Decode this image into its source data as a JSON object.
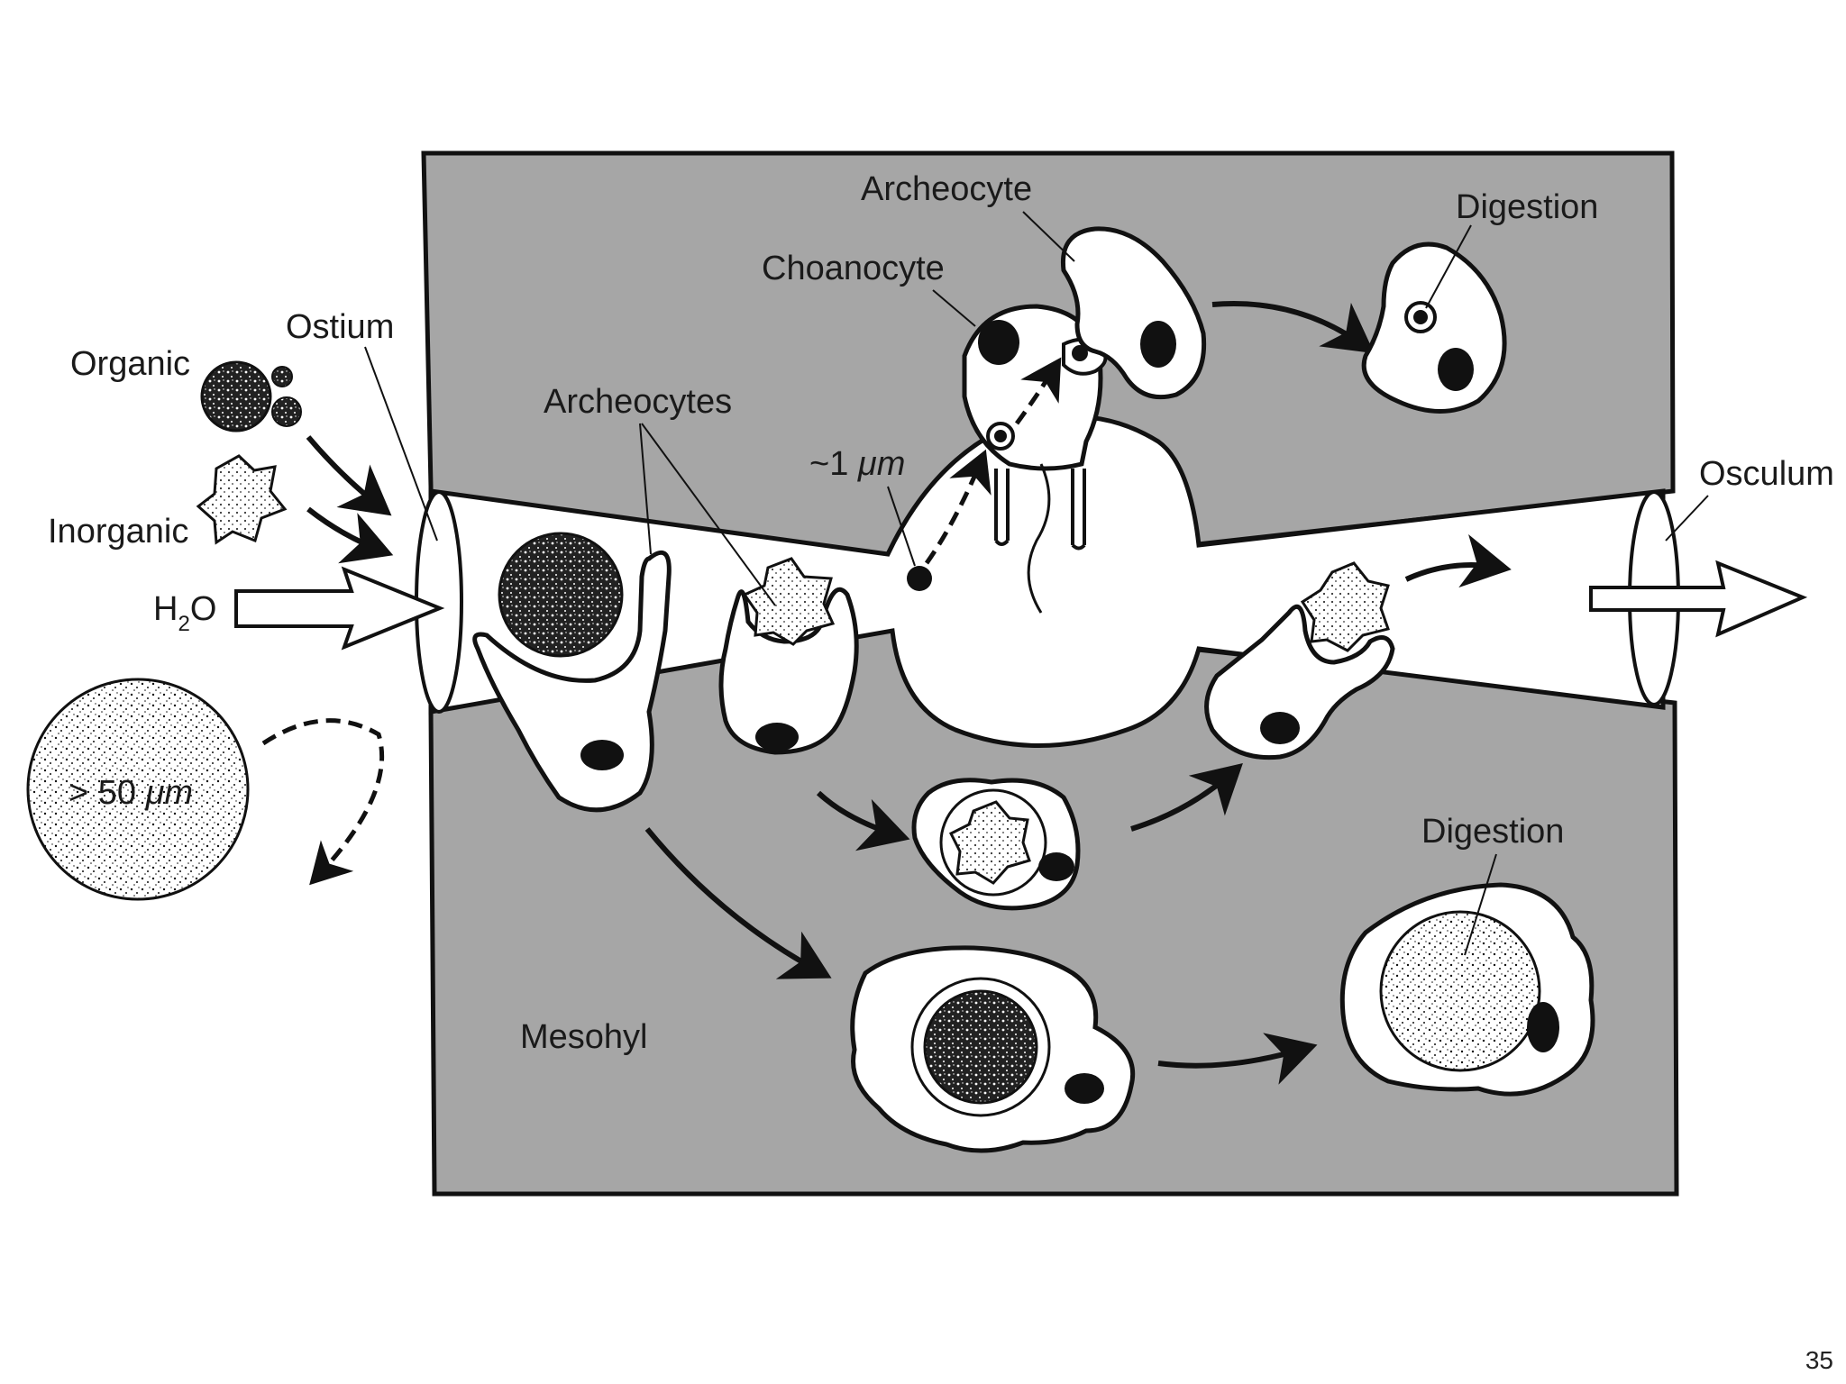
{
  "labels": {
    "organic": "Organic",
    "inorganic": "Inorganic",
    "water_h": "H",
    "water_sub": "2",
    "water_o": "O",
    "large_particle_prefix": "> 50 ",
    "large_particle_unit": "μm",
    "ostium": "Ostium",
    "archeocytes": "Archeocytes",
    "choanocyte": "Choanocyte",
    "archeocyte": "Archeocyte",
    "small_particle_prefix": "~1 ",
    "small_particle_unit": "μm",
    "digestion_top": "Digestion",
    "osculum": "Osculum",
    "digestion_bottom": "Digestion",
    "mesohyl": "Mesohyl"
  },
  "page_number": "35",
  "colors": {
    "tissue": "#a6a6a6",
    "cell": "#ffffff",
    "ink": "#111111"
  }
}
